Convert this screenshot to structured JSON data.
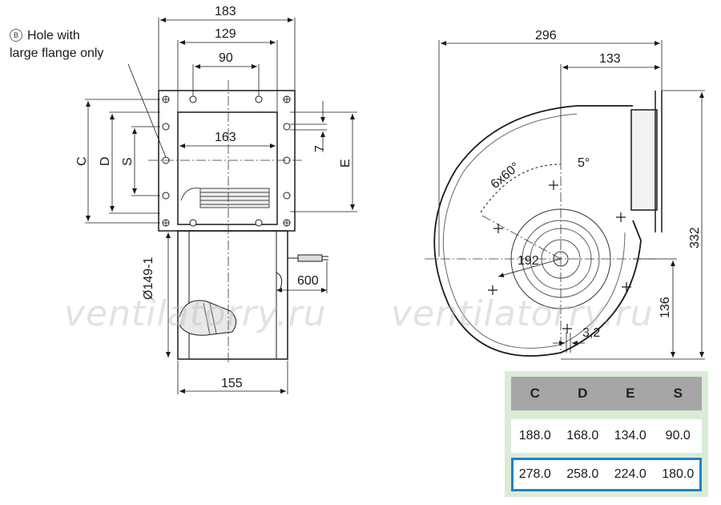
{
  "note": {
    "badge": "B",
    "line1": "Hole with",
    "line2": "large flange only"
  },
  "watermark": "ventilatorry.ru",
  "dims_left": {
    "w183": "183",
    "w129": "129",
    "w90": "90",
    "w163": "163",
    "w155": "155",
    "dia149": "Ø149-1",
    "cable600": "600",
    "gap7": "7",
    "C": "C",
    "D": "D",
    "S": "S",
    "E": "E"
  },
  "dims_right": {
    "w296": "296",
    "w133": "133",
    "h332": "332",
    "h136": "136",
    "r192": "192",
    "holes": "6x60°",
    "angle5": "5°",
    "t32": "3,2"
  },
  "table": {
    "headers": [
      "C",
      "D",
      "E",
      "S"
    ],
    "rows": [
      [
        "188.0",
        "168.0",
        "134.0",
        "90.0"
      ],
      [
        "278.0",
        "258.0",
        "224.0",
        "180.0"
      ]
    ],
    "highlight_color": "#1f82c8",
    "panel_color": "#d9ecd6"
  }
}
